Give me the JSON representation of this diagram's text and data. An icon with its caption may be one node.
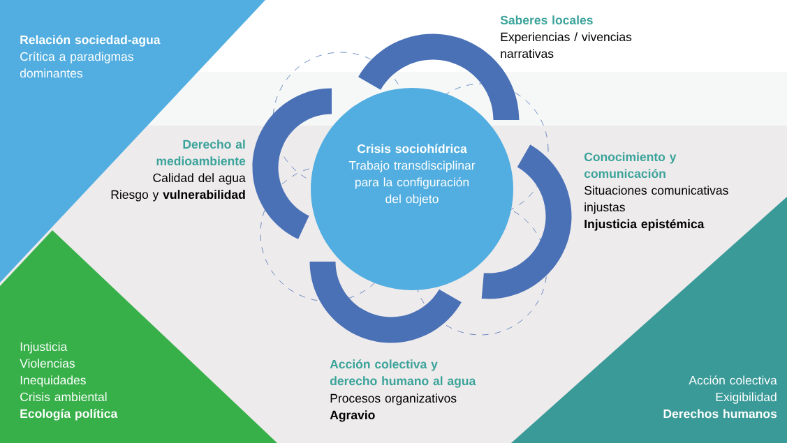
{
  "diagram": {
    "nodes": [
      {
        "text": [
          "Relación sociedad-agua",
          "Crítica a paradigmas dominantes"
        ]
      },
      {
        "text": [
          "Crisis sociohídrica",
          "Trabajo transdisciplinar para la configuración del objeto"
        ]
      },
      {
        "text": [
          "Injusticia",
          "Violencias",
          "Inequidades",
          "Crisis ambiental",
          "Ecología política"
        ]
      },
      {
        "text": [
          "Acción colectiva",
          "Exigibilidad",
          "Derechos humanos"
        ]
      }
    ],
    "labels": [
      "Saberes locales",
      "Experiencias / vivencias narrativas",
      "Derecho al medioambiente",
      "Calidad del agua",
      "Riesgo y **vulnerabilidad**",
      "Conocimiento y comunicación",
      "Situaciones comunicativas injustas",
      "Injusticia epistémica",
      "Acción colectiva y derecho humano al agua",
      "Procesos organizativos",
      "Agravio"
    ]
  }
}
